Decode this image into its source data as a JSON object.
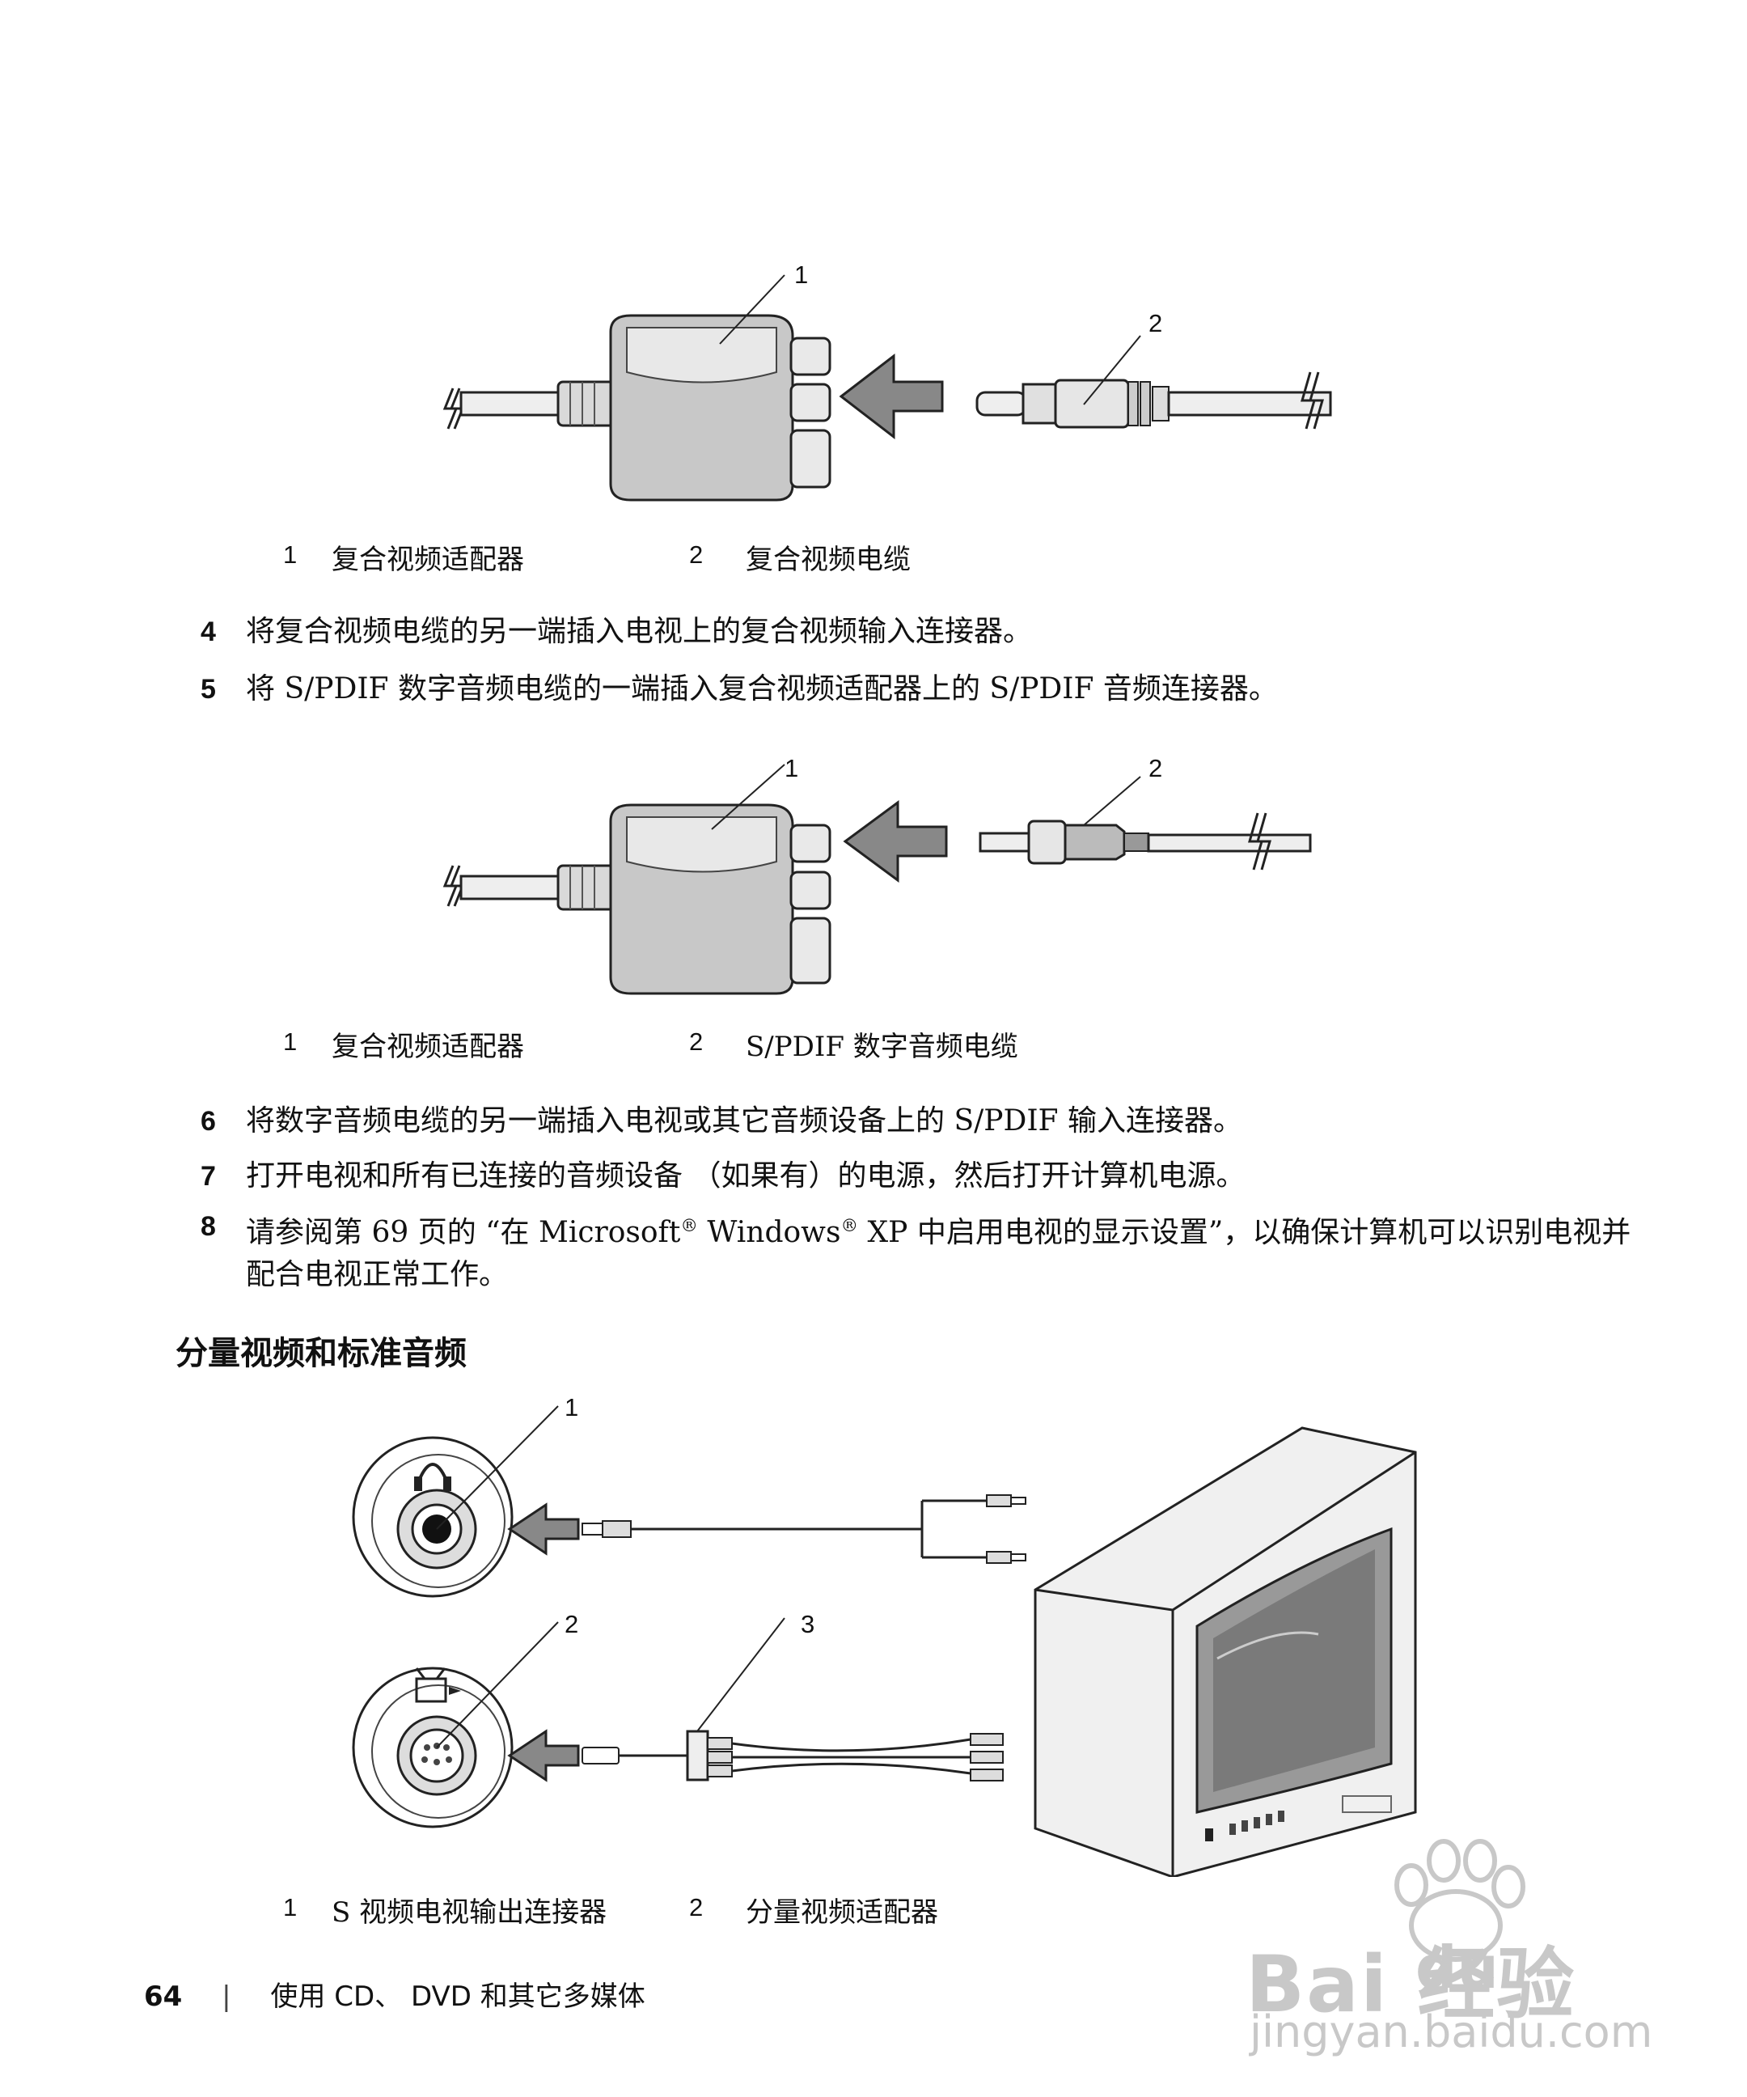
{
  "figure1": {
    "callout_1": "1",
    "callout_2": "2",
    "captions": [
      {
        "num": "1",
        "text": "复合视频适配器"
      },
      {
        "num": "2",
        "text": "复合视频电缆"
      }
    ]
  },
  "steps_a": [
    {
      "num": "4",
      "text": "将复合视频电缆的另一端插入电视上的复合视频输入连接器。"
    },
    {
      "num": "5",
      "text": "将 S/PDIF 数字音频电缆的一端插入复合视频适配器上的 S/PDIF 音频连接器。"
    }
  ],
  "figure2": {
    "callout_1": "1",
    "callout_2": "2",
    "captions": [
      {
        "num": "1",
        "text": "复合视频适配器"
      },
      {
        "num": "2",
        "text": "S/PDIF 数字音频电缆"
      }
    ]
  },
  "steps_b": [
    {
      "num": "6",
      "text": "将数字音频电缆的另一端插入电视或其它音频设备上的 S/PDIF 输入连接器。"
    },
    {
      "num": "7",
      "text": "打开电视和所有已连接的音频设备 （如果有）的电源，然后打开计算机电源。"
    },
    {
      "num": "8",
      "text_pre": "请参阅第 69 页的 “在 Microsoft",
      "reg1": "®",
      "text_mid": " Windows",
      "reg2": "®",
      "text_post": " XP 中启用电视的显示设置”，以确保计算机可以识别电视并配合电视正常工作。"
    }
  ],
  "section_heading": "分量视频和标准音频",
  "figure3": {
    "callout_1": "1",
    "callout_2": "2",
    "callout_3": "3",
    "captions": [
      {
        "num": "1",
        "text": "S 视频电视输出连接器"
      },
      {
        "num": "2",
        "text": "分量视频适配器"
      }
    ]
  },
  "footer": {
    "page_number": "64",
    "separator": "|",
    "chapter": "使用 CD、 DVD 和其它多媒体"
  },
  "watermark": {
    "brand": "Bai  经验",
    "brand_du": "du",
    "url": "jingyan.baidu.com"
  }
}
